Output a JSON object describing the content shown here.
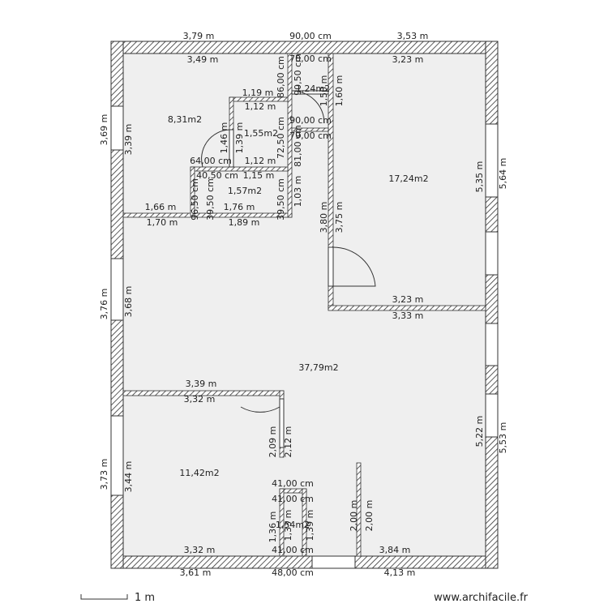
{
  "watermark": "www.archifacile.fr",
  "scale_label": "1 m",
  "areas": {
    "bedroom_nw": "8,31m2",
    "room_ne": "17,24m2",
    "living": "37,79m2",
    "bedroom_sw": "11,42m2",
    "bath_top": "1,55m2",
    "bath_bottom": "1,57m2",
    "wc_small": "1,24m2",
    "wc_bottom": "1,54m2"
  },
  "dims": {
    "top_ext_left": "3,79 m",
    "top_ext_mid": "90,00 cm",
    "top_ext_right": "3,53 m",
    "top_int_left": "3,49 m",
    "top_int_right": "3,23 m",
    "wc_top": "70,00 cm",
    "wc_mid": "90,00 cm",
    "wc_bottom": "79,00 cm",
    "b1_top_a": "1,19 m",
    "b1_top_b": "1,12 m",
    "b1_mid_a": "1,12 m",
    "b1_mid_b": "64,00 cm",
    "b2_top_a": "40,50 cm",
    "b2_top_b": "1,15 m",
    "b2_bot_a": "1,66 m",
    "b2_bot_b": "1,76 m",
    "hall_top_a": "1,70 m",
    "hall_top_b": "1,89 m",
    "ne_bottom_a": "3,23 m",
    "ne_bottom_b": "3,33 m",
    "sw_top_a": "3,39 m",
    "sw_top_b": "3,32 m",
    "wc2_top_a": "41,00 cm",
    "wc2_top_b": "41,00 cm",
    "wc2_bot": "41,00 cm",
    "bot_int_left": "3,32 m",
    "bot_int_right": "3,84 m",
    "bot_ext_left": "3,61 m",
    "bot_ext_mid": "48,00 cm",
    "bot_ext_right": "4,13 m",
    "left_ext_1": "3,69 m",
    "left_int_1": "3,39 m",
    "left_ext_2": "3,76 m",
    "left_int_2": "3,68 m",
    "left_ext_3": "3,73 m",
    "left_int_3": "3,44 m",
    "right_int_1": "5,35 m",
    "right_ext_1": "5,64 m",
    "right_int_2": "5,22 m",
    "right_ext_2": "5,53 m",
    "v_86": "86,00 cm",
    "v_90": "90,50 cm",
    "v_150": "1,50 m",
    "v_160": "1,60 m",
    "v_146": "1,46 m",
    "v_139": "1,39 m",
    "v_72": "72,50 cm",
    "v_81": "81,00 cm",
    "v_96": "96,50 cm",
    "v_39a": "39,50 cm",
    "v_39b": "39,50 cm",
    "v_103": "1,03 m",
    "v_380": "3,80 m",
    "v_375": "3,75 m",
    "v_209": "2,09 m",
    "v_212": "2,12 m",
    "v_136": "1,36 m",
    "v_133": "1,33 m",
    "v_139b": "1,39 m",
    "v_200a": "2,00 m",
    "v_200b": "2,00 m"
  }
}
